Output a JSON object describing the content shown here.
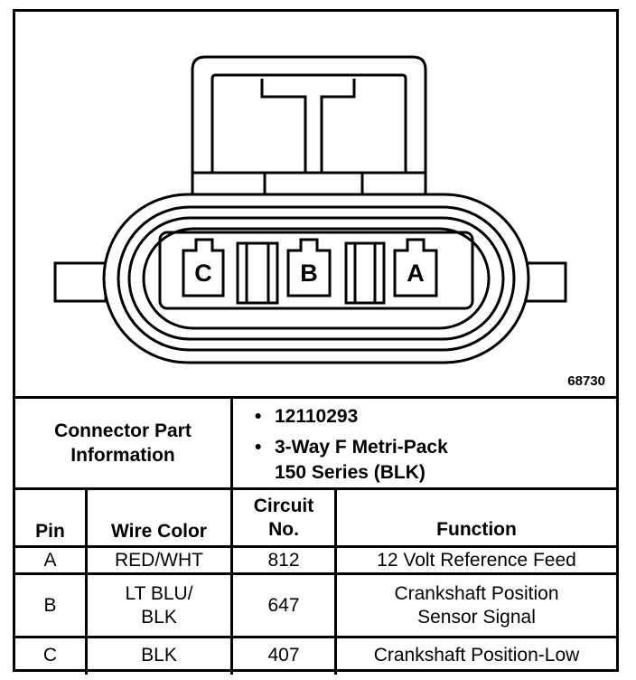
{
  "diagram": {
    "figure_number": "68730",
    "pin_labels": [
      "C",
      "B",
      "A"
    ]
  },
  "connector_info": {
    "title_line1": "Connector Part",
    "title_line2": "Information",
    "part_number": "12110293",
    "description_line1": "3-Way F Metri-Pack",
    "description_line2": "150 Series (BLK)",
    "bullet": "•"
  },
  "table": {
    "headers": {
      "pin": "Pin",
      "wire_color": "Wire Color",
      "circuit_line1": "Circuit",
      "circuit_line2": "No.",
      "function": "Function"
    },
    "rows": [
      {
        "pin": "A",
        "wire_color_line1": "RED/WHT",
        "wire_color_line2": "",
        "circuit": "812",
        "function_line1": "12 Volt Reference Feed",
        "function_line2": ""
      },
      {
        "pin": "B",
        "wire_color_line1": "LT BLU/",
        "wire_color_line2": "BLK",
        "circuit": "647",
        "function_line1": "Crankshaft Position",
        "function_line2": "Sensor Signal"
      },
      {
        "pin": "C",
        "wire_color_line1": "BLK",
        "wire_color_line2": "",
        "circuit": "407",
        "function_line1": "Crankshaft Position-Low",
        "function_line2": ""
      }
    ]
  }
}
